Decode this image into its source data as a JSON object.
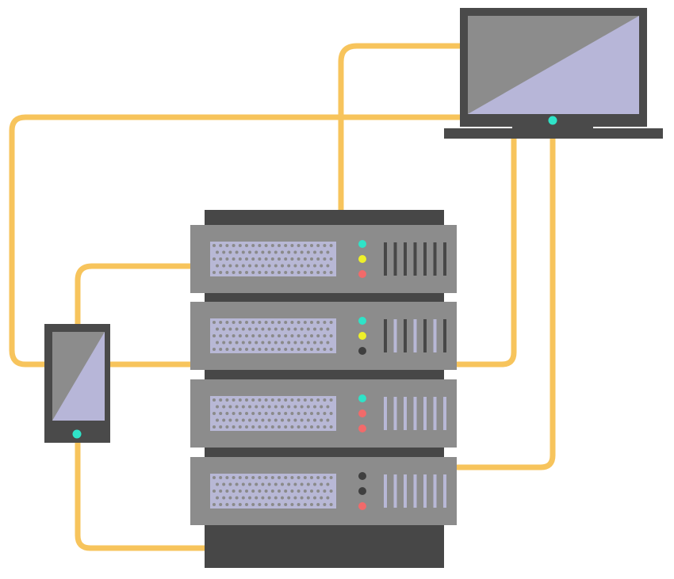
{
  "scene": {
    "description_name": "network-diagram",
    "devices": [
      {
        "kind": "laptop",
        "icon": "laptop-icon"
      },
      {
        "kind": "smartphone",
        "icon": "smartphone-icon"
      },
      {
        "kind": "server-rack",
        "icon": "server-rack-icon",
        "units": 4
      }
    ],
    "server_units": [
      {
        "leds": [
          "cyan",
          "yellow",
          "red"
        ]
      },
      {
        "leds": [
          "cyan",
          "yellow",
          "dark"
        ]
      },
      {
        "leds": [
          "cyan",
          "red",
          "red"
        ]
      },
      {
        "leds": [
          "dark",
          "dark",
          "red"
        ]
      }
    ]
  },
  "colors": {
    "cable": "#f7c45c",
    "rack_dark": "#474747",
    "unit_body": "#8c8c8c",
    "vent_panel": "#b8b8d6",
    "vent_dot": "#8a8a8a",
    "screen_dark": "#8c8c8c",
    "screen_light": "#b7b6d8",
    "device_frame": "#4a4a4a",
    "led_cyan": "#2fe3c8",
    "led_yellow": "#eef02a",
    "led_red": "#f26a6a",
    "led_dark": "#3f3f3f"
  }
}
